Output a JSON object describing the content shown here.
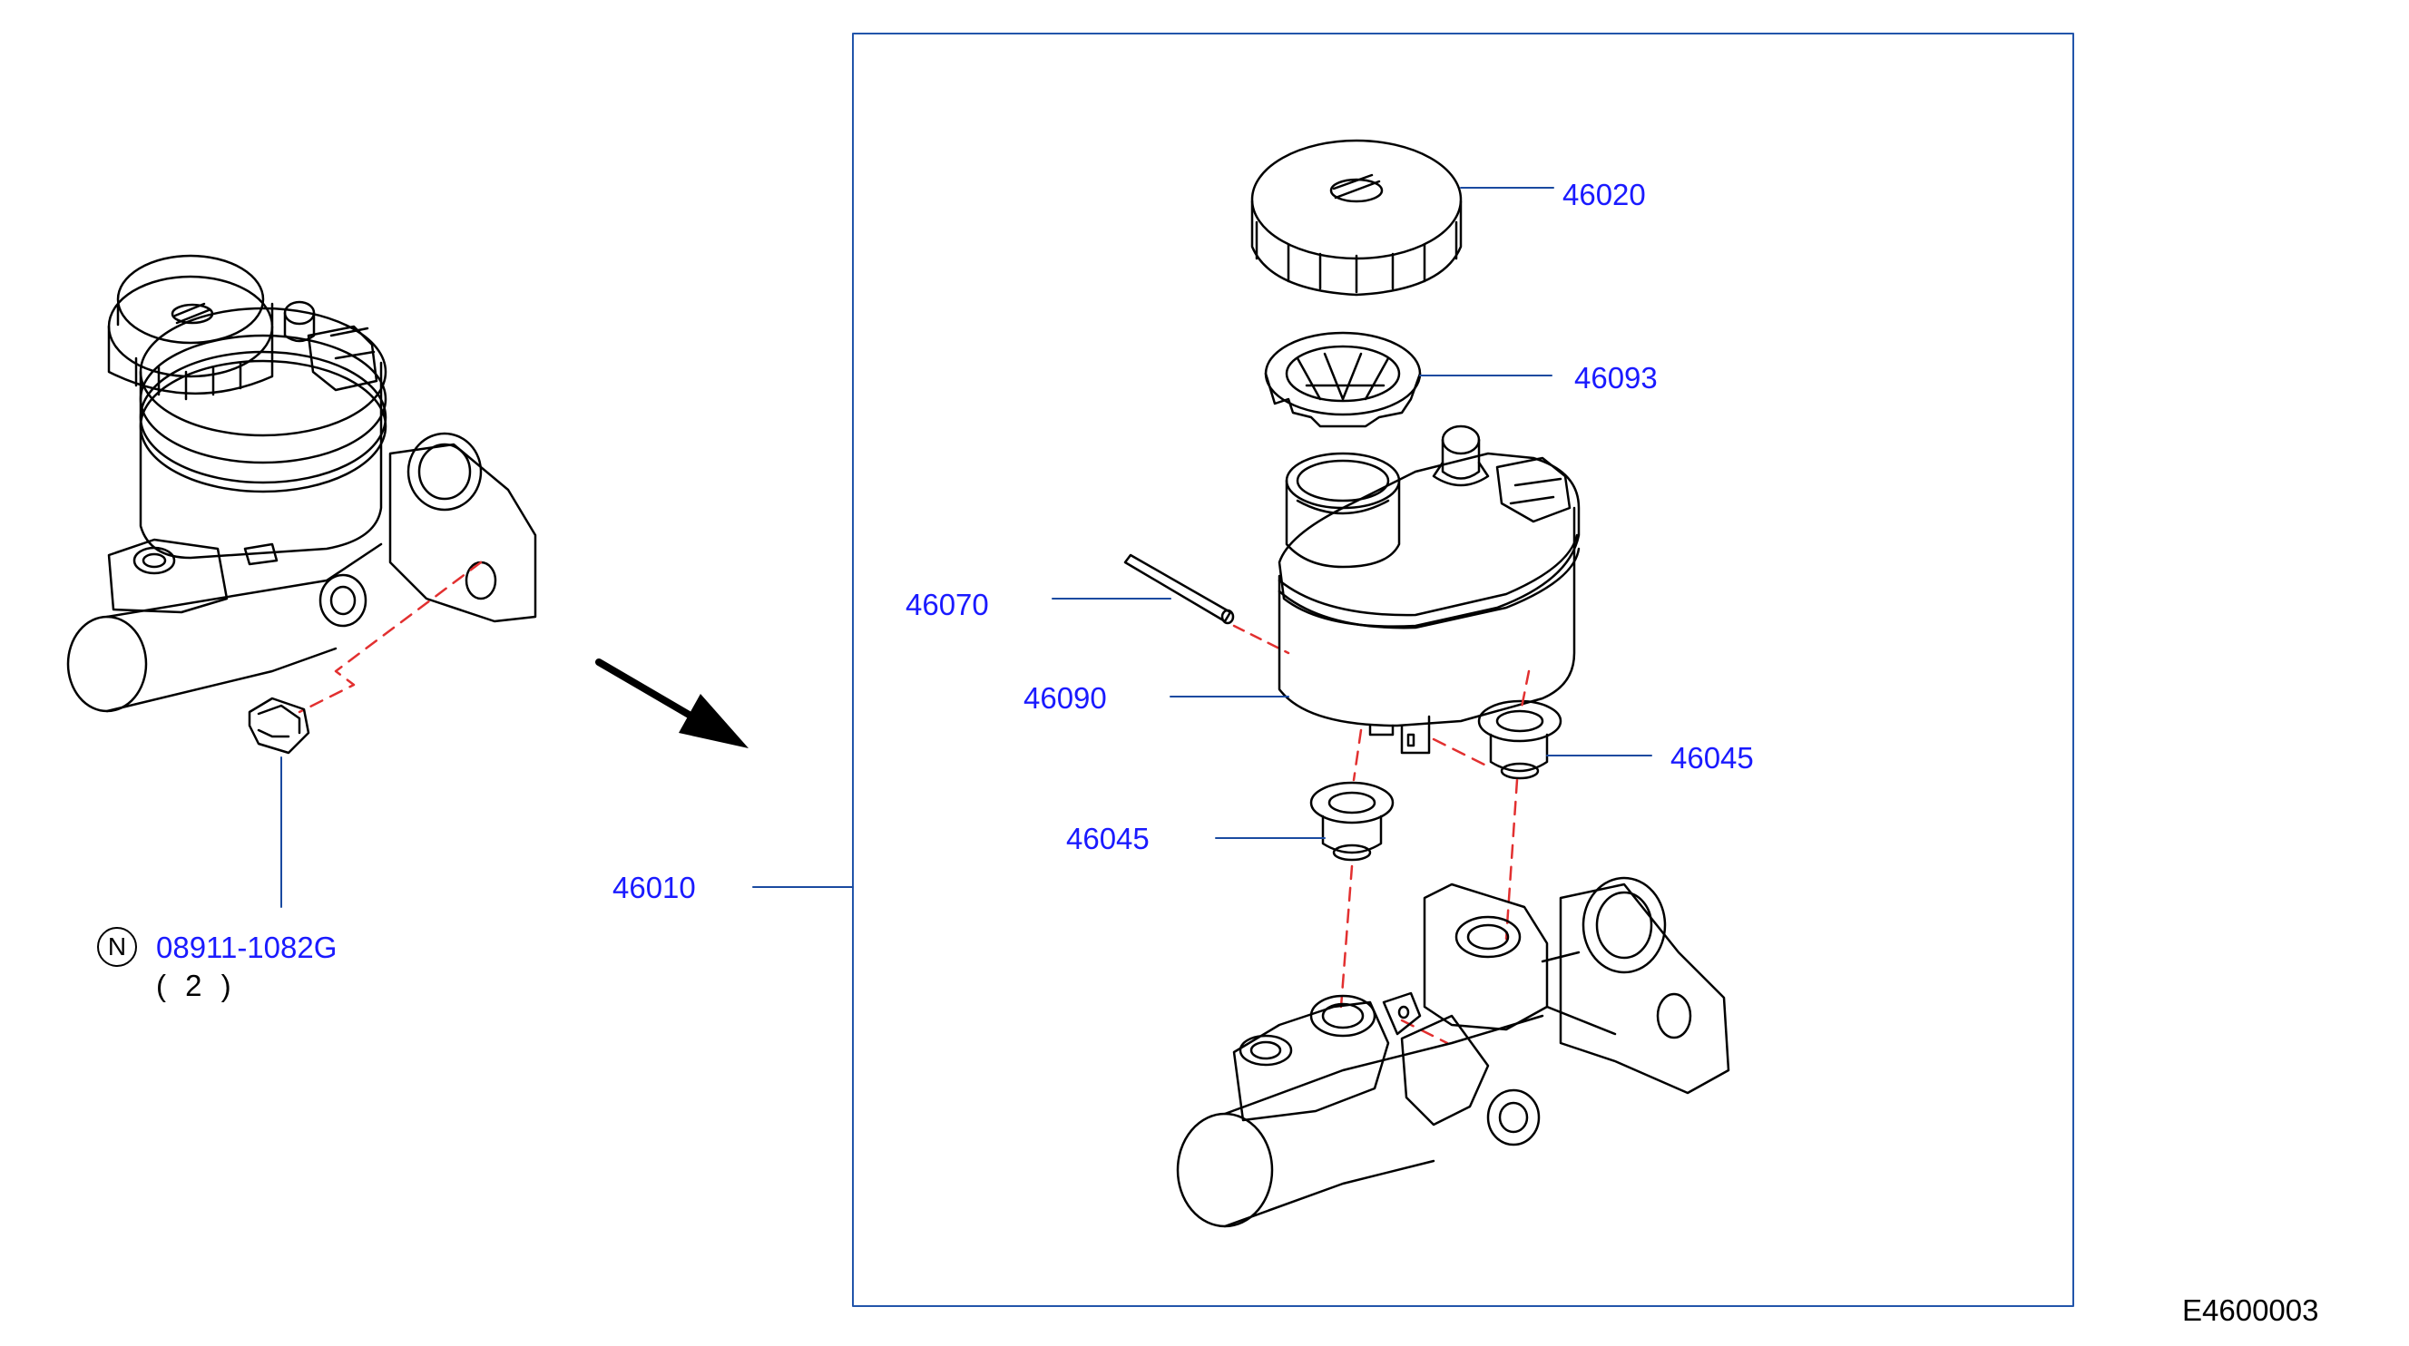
{
  "diagram": {
    "code": "E4600003",
    "colors": {
      "label": "#1a1aff",
      "leader": "#1a4aa0",
      "frame": "#2255aa",
      "dash": "#e23030",
      "line": "#000000"
    },
    "labels": {
      "cap": "46020",
      "strainer": "46093",
      "pin": "46070",
      "reservoir": "46090",
      "grommet_right": "46045",
      "grommet_left": "46045",
      "assembly": "46010",
      "nut": "08911-1082G"
    },
    "nut_badge": "N",
    "nut_qty": "( 2 )"
  }
}
